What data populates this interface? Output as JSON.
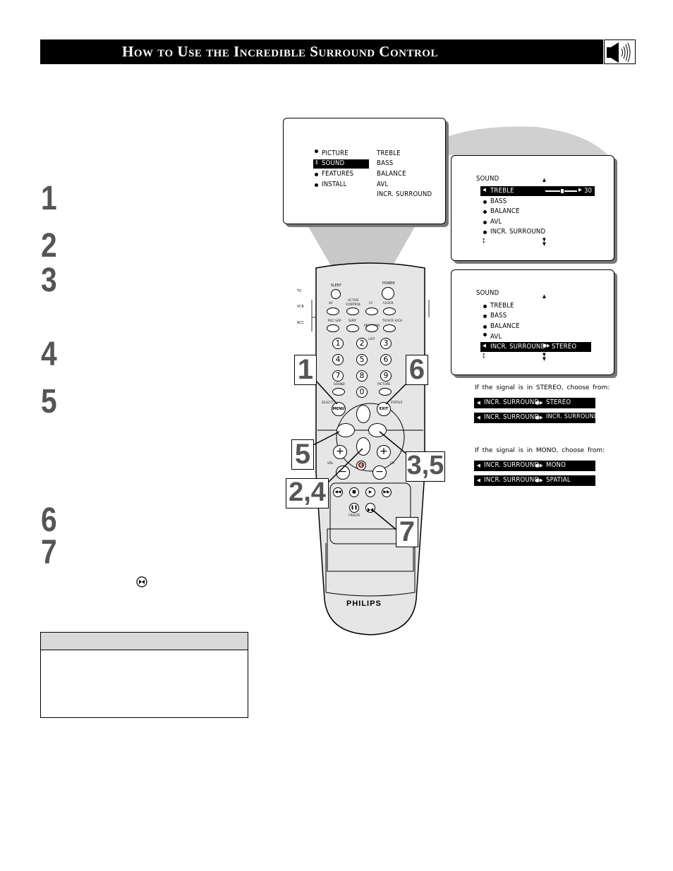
{
  "header": {
    "title": "How to Use the Incredible Surround Control"
  },
  "steps": [
    "1",
    "2",
    "3",
    "4",
    "5",
    "6",
    "7"
  ],
  "main_menu": {
    "items": [
      "PICTURE",
      "SOUND",
      "FEATURES",
      "INSTALL"
    ],
    "submenu": [
      "TREBLE",
      "BASS",
      "BALANCE",
      "AVL",
      "INCR. SURROUND"
    ]
  },
  "sound_menu_1": {
    "title": "SOUND",
    "highlight_label": "TREBLE",
    "highlight_value": "30",
    "items": [
      "BASS",
      "BALANCE",
      "AVL",
      "INCR. SURROUND"
    ]
  },
  "sound_menu_2": {
    "title": "SOUND",
    "items": [
      "TREBLE",
      "BASS",
      "BALANCE",
      "AVL"
    ],
    "highlight_label": "INCR. SURROUND",
    "highlight_value": "STEREO"
  },
  "stereo": {
    "caption": "If the signal is in STEREO, choose from:",
    "options": [
      {
        "label": "INCR. SURROUND",
        "value": "STEREO"
      },
      {
        "label": "INCR. SURROUND",
        "value": "INCR. SURROUND"
      }
    ]
  },
  "mono": {
    "caption": "If the signal is in MONO, choose from:",
    "options": [
      {
        "label": "INCR. SURROUND",
        "value": "MONO"
      },
      {
        "label": "INCR. SURROUND",
        "value": "SPATIAL"
      }
    ]
  },
  "remote": {
    "brand": "PHILIPS",
    "top_buttons": [
      "SLEEP",
      "POWER"
    ],
    "row2": [
      "AV",
      "ACTIVE CONTROL",
      "CC",
      "CLOCK"
    ],
    "row3": [
      "REC SAP",
      "SURF",
      "PROGRAM LIST",
      "TV/VCR A/CH"
    ],
    "side_labels": [
      "TV",
      "VCR",
      "ACC"
    ],
    "digits": [
      "1",
      "2",
      "3",
      "4",
      "5",
      "6",
      "7",
      "8",
      "9",
      "0"
    ],
    "sound_label": "SOUND",
    "picture_label": "PICTURE",
    "select_label": "SELECT",
    "status_label": "STATUS",
    "menu_label": "MENU",
    "exit_label": "EXIT",
    "vol_label": "VOL",
    "ch_label": "CH",
    "freeze_label": "FREEZE"
  },
  "callouts": [
    "1",
    "6",
    "5",
    "3,5",
    "2,4",
    "7"
  ]
}
